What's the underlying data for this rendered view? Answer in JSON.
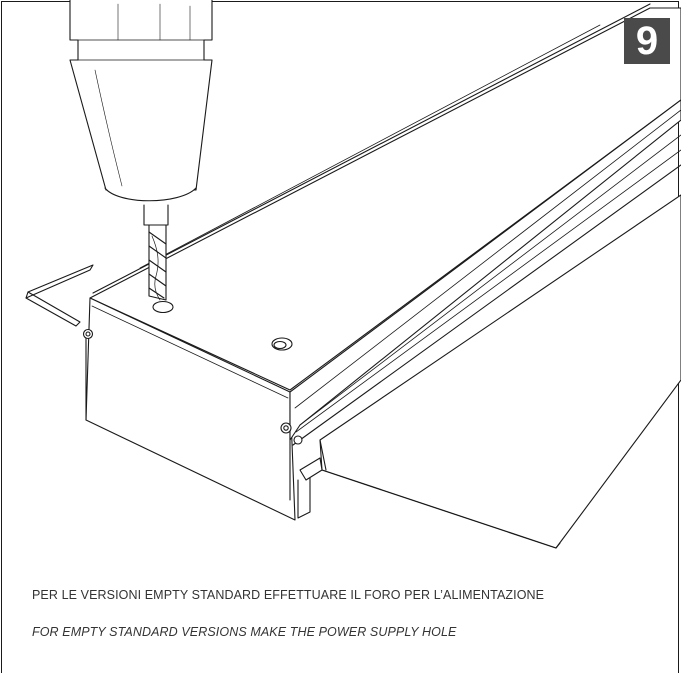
{
  "step": {
    "number": "9"
  },
  "instructions": {
    "italian": "PER LE VERSIONI EMPTY STANDARD EFFETTUARE IL FORO PER L’ALIMENTAZIONE",
    "english": "FOR EMPTY STANDARD VERSIONS MAKE THE POWER SUPPLY HOLE"
  },
  "colors": {
    "badge_background": "#4a4a4a",
    "line": "#1a1a1a"
  },
  "icons": {
    "illustration": "drill-into-profile-illustration"
  }
}
